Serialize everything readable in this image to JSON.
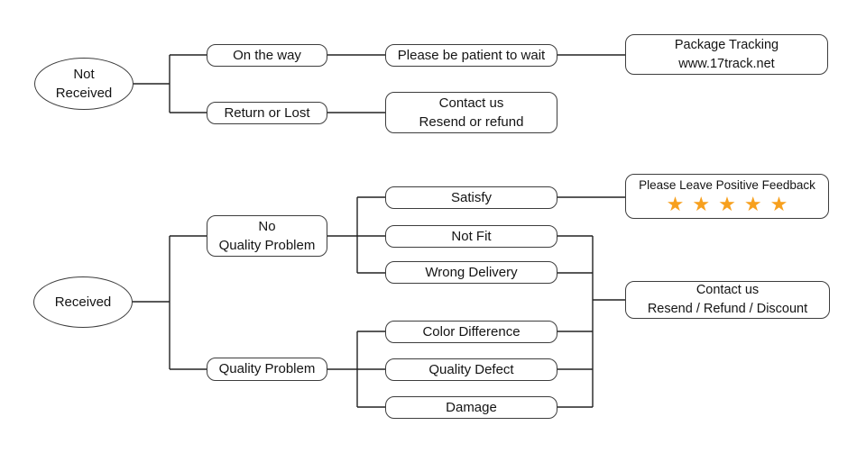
{
  "diagram": {
    "colors": {
      "background": "#ffffff",
      "line": "#222222",
      "node_border": "#3d3d3d",
      "text": "#141414",
      "star": "#F7A01E"
    },
    "nodes": {
      "not_received": "Not\nReceived",
      "received": "Received",
      "on_the_way": "On the way",
      "return_or_lost": "Return or Lost",
      "please_be_patient": "Please be patient to wait",
      "contact_us_resend_refund": "Contact us\nResend or refund",
      "package_tracking": "Package Tracking\nwww.17track.net",
      "no_quality_problem": "No\nQuality Problem",
      "quality_problem": "Quality Problem",
      "satisfy": "Satisfy",
      "not_fit": "Not Fit",
      "wrong_delivery": "Wrong Delivery",
      "color_difference": "Color Difference",
      "quality_defect": "Quality Defect",
      "damage": "Damage",
      "feedback_title": "Please Leave Positive Feedback",
      "contact_us_discount": "Contact us\nResend / Refund / Discount"
    },
    "feedback": {
      "star": "★",
      "star_count": 5
    }
  }
}
